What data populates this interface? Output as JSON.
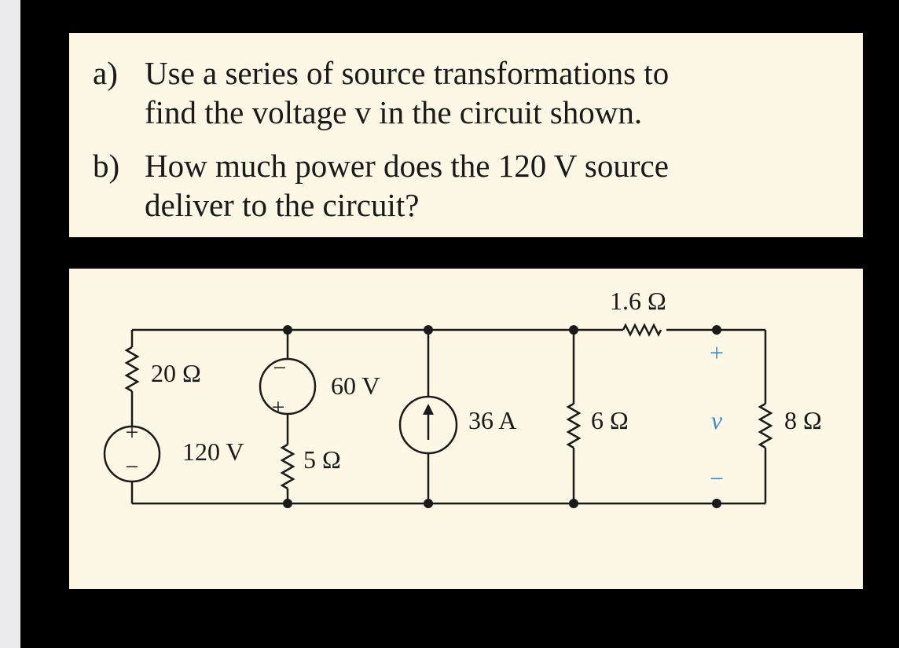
{
  "problem": {
    "part_a": {
      "label": "a)",
      "line1": "Use a series of source transformations to",
      "line2": "find the voltage v in the circuit shown."
    },
    "part_b": {
      "label": "b)",
      "line1": "How much power does the 120 V source",
      "line2": "deliver to the circuit?"
    }
  },
  "circuit": {
    "r20": "20 Ω",
    "v120": "120 V",
    "v60": "60 V",
    "r5": "5 Ω",
    "i36": "36 A",
    "r6": "6 Ω",
    "r1_6": "1.6 Ω",
    "r8": "8 Ω",
    "vout": "v",
    "plus": "+",
    "minus": "−"
  },
  "colors": {
    "background": "#000000",
    "panel": "#fdf7e5",
    "wire": "#1a1a1a",
    "voltage_marker": "#3a8fd0"
  }
}
